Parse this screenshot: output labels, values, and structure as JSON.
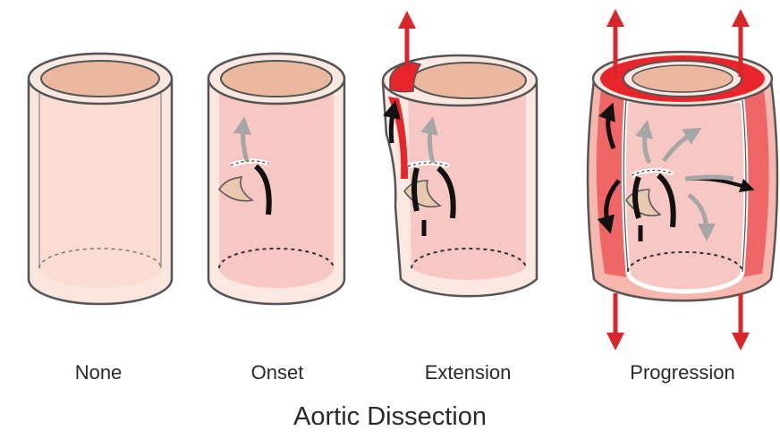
{
  "diagram": {
    "title": "Aortic Dissection",
    "stages": [
      {
        "key": "none",
        "label": "None"
      },
      {
        "key": "onset",
        "label": "Onset"
      },
      {
        "key": "extension",
        "label": "Extension"
      },
      {
        "key": "progression",
        "label": "Progression"
      }
    ],
    "colors": {
      "wall_outline": "#555555",
      "wall_fill": "#fbe9e1",
      "inner_pink": "#f6c7c3",
      "inner_pink_light": "#f9d4cc",
      "lumen_top": "#e9b89f",
      "false_lumen": "#e8252a",
      "flap": "#e8c9b0",
      "arrow_red": "#d8262a",
      "arrow_gray": "#a6a6a6",
      "arrow_black": "#111111"
    }
  }
}
